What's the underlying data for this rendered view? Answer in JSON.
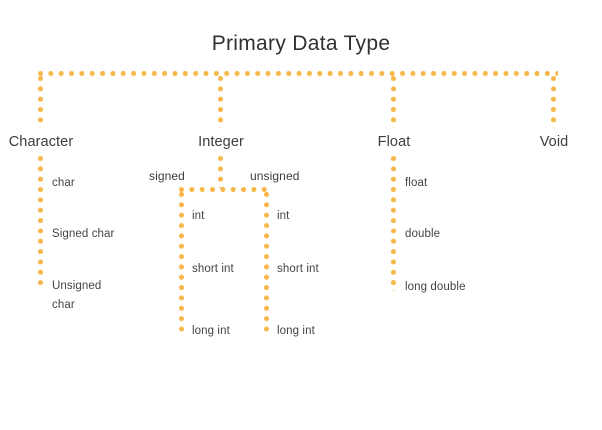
{
  "diagram": {
    "title": "Primary Data Type",
    "colors": {
      "dot": "#f7b84b",
      "title_text": "#303030",
      "node_text": "#3d3d3d",
      "leaf_text": "#444444",
      "background": "#ffffff"
    },
    "root_label": "Primary Data Type",
    "branches": [
      {
        "id": "character",
        "label": "Character",
        "children": [
          {
            "id": "char",
            "label": "char"
          },
          {
            "id": "signed-char",
            "label": "Signed char"
          },
          {
            "id": "unsigned-char",
            "label": "Unsigned char"
          }
        ]
      },
      {
        "id": "integer",
        "label": "Integer",
        "subgroups": [
          {
            "id": "signed",
            "label": "signed",
            "children": [
              {
                "id": "signed-int",
                "label": "int"
              },
              {
                "id": "signed-short-int",
                "label": "short int"
              },
              {
                "id": "signed-long-int",
                "label": "long int"
              }
            ]
          },
          {
            "id": "unsigned",
            "label": "unsigned",
            "children": [
              {
                "id": "unsigned-int",
                "label": "int"
              },
              {
                "id": "unsigned-short-int",
                "label": "short int"
              },
              {
                "id": "unsigned-long-int",
                "label": "long int"
              }
            ]
          }
        ]
      },
      {
        "id": "float",
        "label": "Float",
        "children": [
          {
            "id": "float-leaf",
            "label": "float"
          },
          {
            "id": "double",
            "label": "double"
          },
          {
            "id": "long-double",
            "label": "long double"
          }
        ]
      },
      {
        "id": "void",
        "label": "Void",
        "children": []
      }
    ]
  }
}
